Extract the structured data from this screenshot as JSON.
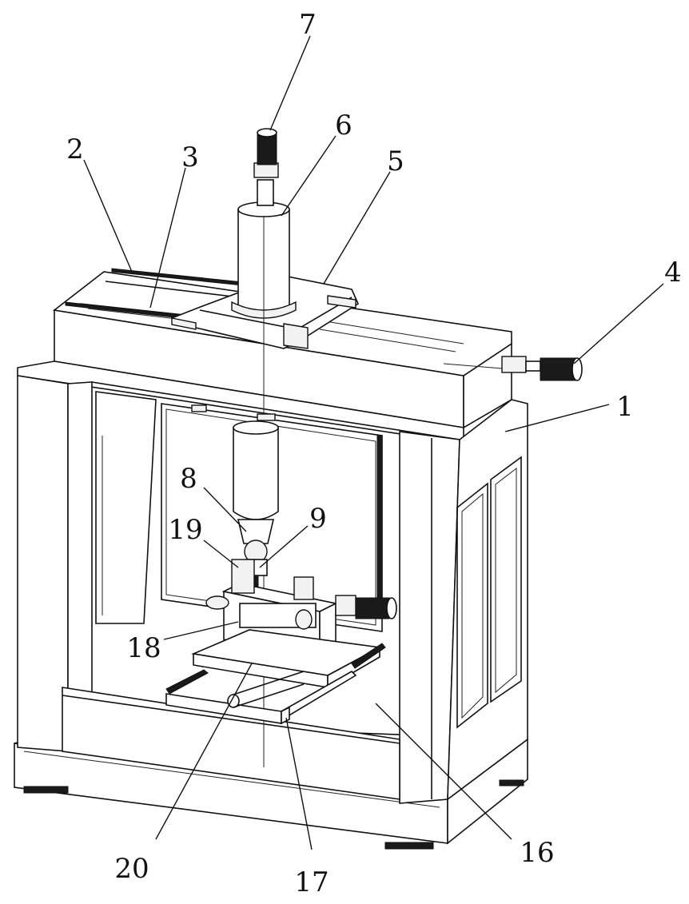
{
  "labels": {
    "n1": "1",
    "n2": "2",
    "n3": "3",
    "n4": "4",
    "n5": "5",
    "n6": "6",
    "n7": "7",
    "n8": "8",
    "n9": "9",
    "n16": "16",
    "n17": "17",
    "n18": "18",
    "n19": "19",
    "n20": "20"
  },
  "colors": {
    "line": "#111111",
    "background": "#ffffff"
  }
}
